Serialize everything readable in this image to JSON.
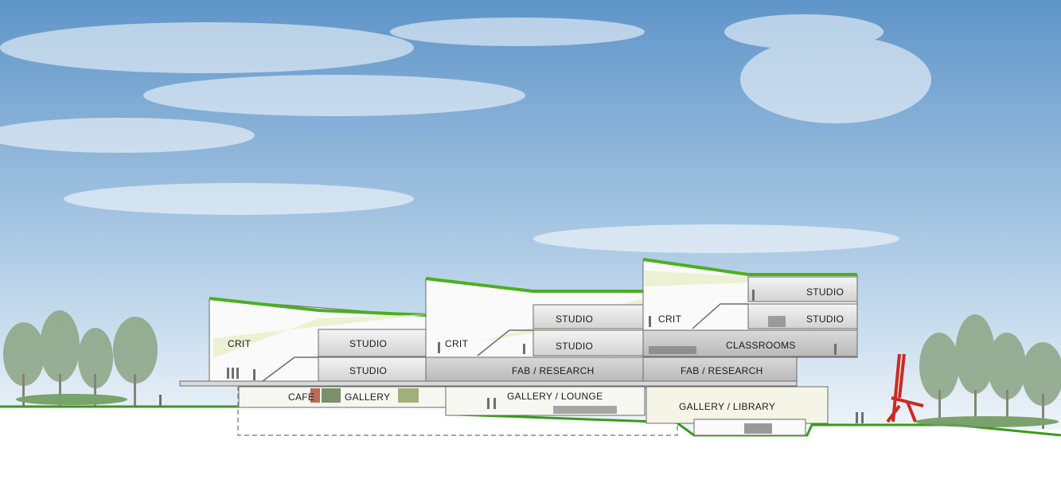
{
  "colors": {
    "sky_top": "#5f95c9",
    "sky_bottom": "#e7f0f7",
    "green_roof": "#4caf1f",
    "ground": "#3a9a1c",
    "tree": "#8fa88a",
    "sculpture": "#cc2a20",
    "text": "#1a1a1a"
  },
  "labels": {
    "studio_top": "STUDIO",
    "studio_right": "STUDIO",
    "crit_right": "CRIT",
    "studio_mid": "STUDIO",
    "crit_mid": "CRIT",
    "studio_mid2": "STUDIO",
    "classrooms": "CLASSROOMS",
    "crit_left": "CRIT",
    "studio_left_upper": "STUDIO",
    "studio_left_lower": "STUDIO",
    "fab_research_mid": "FAB / RESEARCH",
    "fab_research_right": "FAB / RESEARCH",
    "cafe": "CAFE",
    "gallery": "GALLERY",
    "gallery_lounge": "GALLERY / LOUNGE",
    "gallery_library": "GALLERY / LIBRARY"
  }
}
